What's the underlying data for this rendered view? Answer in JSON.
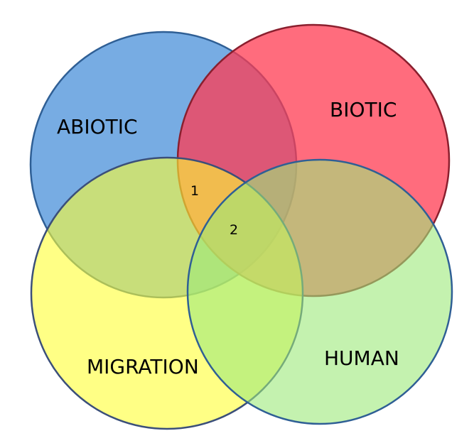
{
  "diagram": {
    "type": "venn",
    "sets": [
      {
        "id": "abiotic",
        "label": "ABIOTIC",
        "fill": "#4a90d9",
        "stroke": "#2f5f95"
      },
      {
        "id": "biotic",
        "label": "BIOTIC",
        "fill": "#ff3b52",
        "stroke": "#8a1f2e"
      },
      {
        "id": "migration",
        "label": "MIGRATION",
        "fill": "#ffff33",
        "stroke": "#3b4f7a"
      },
      {
        "id": "human",
        "label": "HUMAN",
        "fill": "#9cea7a",
        "stroke": "#2f5f95"
      }
    ],
    "region_labels": [
      {
        "label": "1",
        "sets": [
          "abiotic",
          "biotic",
          "migration"
        ]
      },
      {
        "label": "2",
        "sets": [
          "abiotic",
          "biotic",
          "migration",
          "human"
        ]
      }
    ]
  }
}
